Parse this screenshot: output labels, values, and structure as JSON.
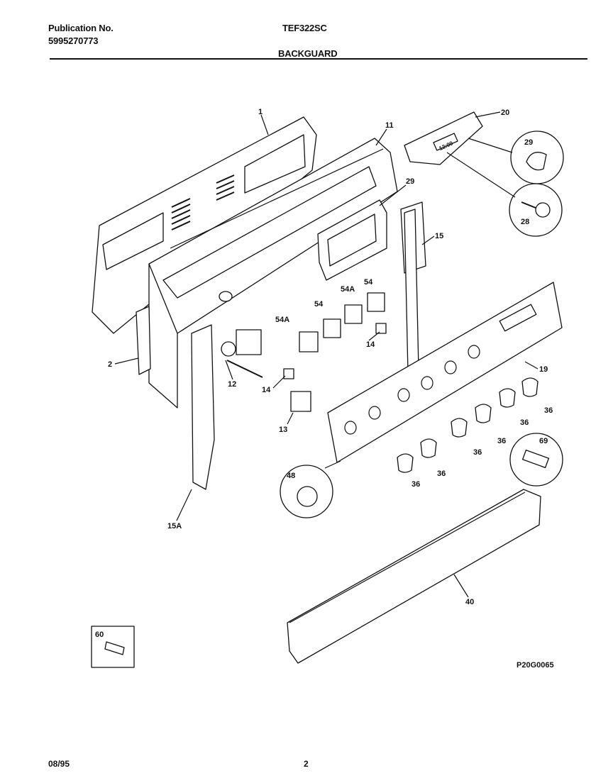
{
  "header": {
    "publication_label": "Publication No.",
    "publication_number": "5995270773",
    "model": "TEF322SC",
    "section": "BACKGUARD"
  },
  "footer": {
    "date": "08/95",
    "page": "2"
  },
  "diagram": {
    "code": "P20G0065",
    "callouts": [
      "1",
      "11",
      "20",
      "29",
      "28",
      "15",
      "2",
      "19",
      "54",
      "54A",
      "14",
      "12",
      "13",
      "36",
      "69",
      "48",
      "40",
      "15A",
      "60"
    ]
  }
}
